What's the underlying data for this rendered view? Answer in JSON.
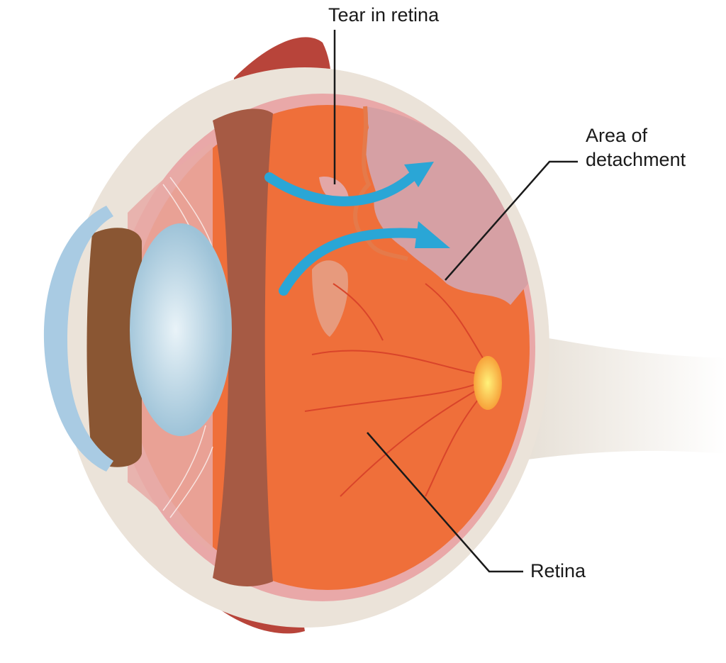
{
  "labels": {
    "tear": "Tear in retina",
    "detachment_line1": "Area of",
    "detachment_line2": "detachment",
    "retina": "Retina"
  },
  "colors": {
    "sclera": "#ebe3d9",
    "retina": "#ef6f3a",
    "detached": "#d9a0a3",
    "fluid_arrow": "#2aa6d6",
    "optic_disc": "#ffd23a",
    "muscle": "#b8443a"
  }
}
